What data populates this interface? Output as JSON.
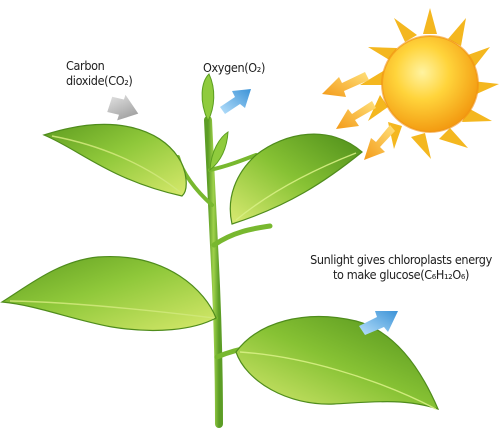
{
  "labels": {
    "co2_line1": "Carbon",
    "co2_line2": "dioxide(CO₂)",
    "o2": "Oxygen(O₂)",
    "sun_line1": "Sunlight gives chloroplasts energy",
    "sun_line2": "to make glucose(C₆H₁₂O₆)"
  },
  "colors": {
    "co2_arrow": "#a8a8a8",
    "o2_arrow": "#5aaee6",
    "sun_arrow": "#f4b32a",
    "sun_core": "#f5b51f",
    "leaf": "#8fc83a",
    "stem": "#74b52c"
  },
  "icons": {
    "sun": "sun-icon",
    "co2_arrow": "gray-arrow-icon",
    "o2_arrow": "blue-arrow-icon",
    "sunlight_arrows": "orange-arrow-icon"
  }
}
